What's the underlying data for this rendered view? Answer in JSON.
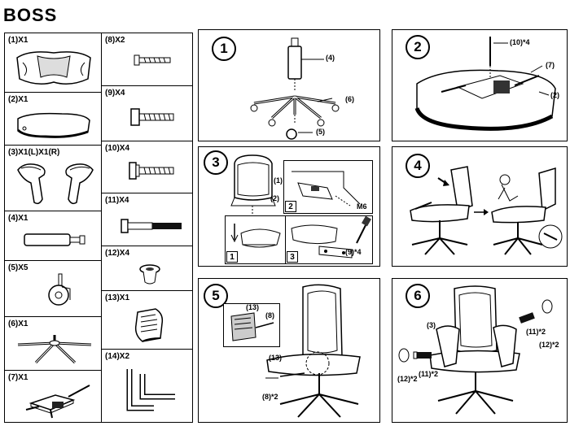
{
  "brand": "BOSS",
  "parts": [
    {
      "id": "p1",
      "label": "(1)X1",
      "icon": "backrest-cushion-icon"
    },
    {
      "id": "p2",
      "label": "(2)X1",
      "icon": "seat-cushion-icon"
    },
    {
      "id": "p3",
      "label": "(3)X1(L)X1(R)",
      "icon": "armrests-icon"
    },
    {
      "id": "p4",
      "label": "(4)X1",
      "icon": "gas-cylinder-icon"
    },
    {
      "id": "p5",
      "label": "(5)X5",
      "icon": "caster-wheel-icon"
    },
    {
      "id": "p6",
      "label": "(6)X1",
      "icon": "star-base-icon"
    },
    {
      "id": "p7",
      "label": "(7)X1",
      "icon": "tilt-mechanism-icon"
    },
    {
      "id": "p8",
      "label": "(8)X2",
      "icon": "small-screw-icon"
    },
    {
      "id": "p9",
      "label": "(9)X4",
      "icon": "hex-bolt-icon"
    },
    {
      "id": "p10",
      "label": "(10)X4",
      "icon": "hex-bolt-washer-icon"
    },
    {
      "id": "p11",
      "label": "(11)X4",
      "icon": "long-bolt-icon"
    },
    {
      "id": "p12",
      "label": "(12)X4",
      "icon": "cap-icon"
    },
    {
      "id": "p13",
      "label": "(13)X1",
      "icon": "bracket-icon"
    },
    {
      "id": "p14",
      "label": "(14)X2",
      "icon": "allen-key-icon"
    }
  ],
  "steps": [
    {
      "num": "1",
      "callouts": [
        "(4)",
        "(6)",
        "(5)"
      ]
    },
    {
      "num": "2",
      "callouts": [
        "(10)*4",
        "(7)",
        "(2)"
      ]
    },
    {
      "num": "3",
      "callouts": [
        "(1)",
        "(2)",
        "M6",
        "(9)*4"
      ],
      "substeps": [
        "1",
        "2",
        "3"
      ]
    },
    {
      "num": "4",
      "callouts": []
    },
    {
      "num": "5",
      "callouts": [
        "(13)",
        "(8)",
        "(13)",
        "(8)*2"
      ]
    },
    {
      "num": "6",
      "callouts": [
        "(3)",
        "(11)*2",
        "(12)*2",
        "(11)*2",
        "(12)*2"
      ]
    }
  ]
}
